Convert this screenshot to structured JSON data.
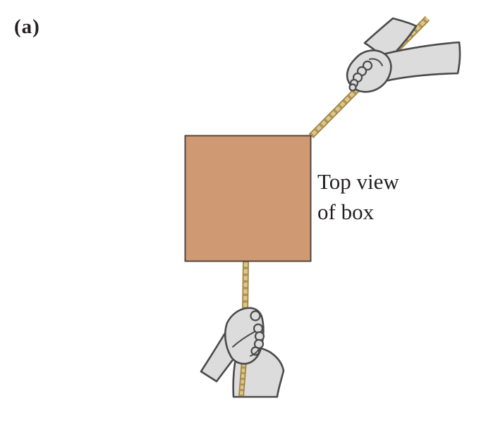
{
  "figure": {
    "panel_label": "(a)",
    "caption": {
      "line1": "Top view",
      "line2": "of box"
    }
  },
  "colors": {
    "background": "#ffffff",
    "text": "#231f20",
    "box_fill": "#cf9a73",
    "box_stroke": "#4f483e",
    "rope_light": "#dcc690",
    "rope_dark": "#a2843e",
    "hand_fill": "#dcdcdc",
    "hand_stroke": "#4a4a4a"
  }
}
